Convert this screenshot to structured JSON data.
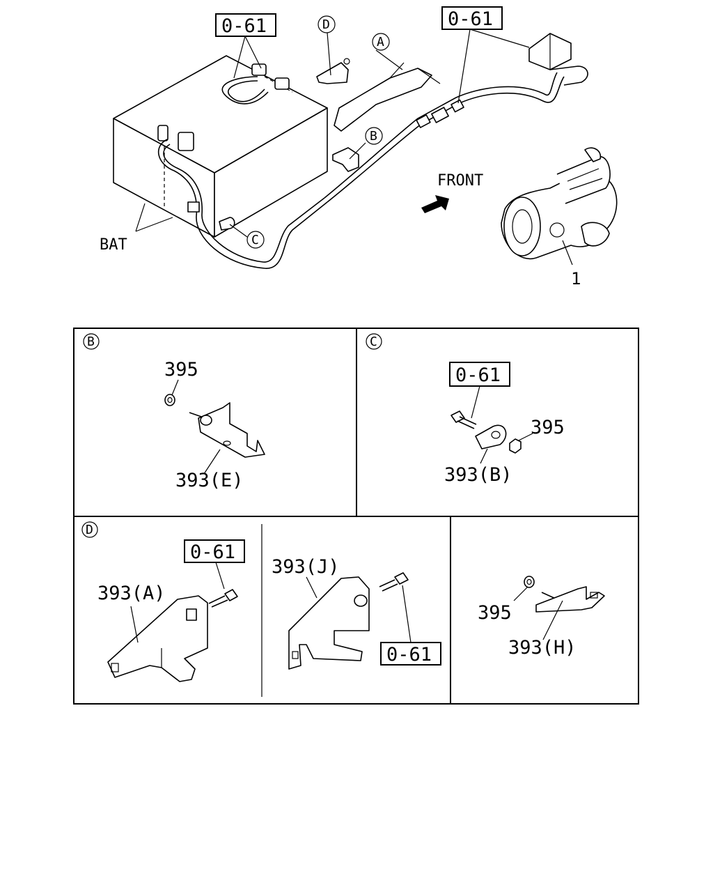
{
  "main": {
    "ref_label_1": "0-61",
    "ref_label_2": "0-61",
    "callout_a": "A",
    "callout_b": "B",
    "callout_c": "C",
    "callout_d": "D",
    "front_label": "FRONT",
    "bat_label": "BAT",
    "starter_label": "1"
  },
  "panel_b": {
    "callout": "B",
    "nut_label": "395",
    "bracket_label": "393(E)"
  },
  "panel_c": {
    "callout": "C",
    "ref_label": "0-61",
    "nut_label": "395",
    "bracket_label": "393(B)"
  },
  "panel_d": {
    "callout": "D",
    "ref_label_a": "0-61",
    "bracket_a_label": "393(A)",
    "bracket_j_label": "393(J)",
    "ref_label_j": "0-61",
    "nut_label_h": "395",
    "bracket_h_label": "393(H)"
  }
}
